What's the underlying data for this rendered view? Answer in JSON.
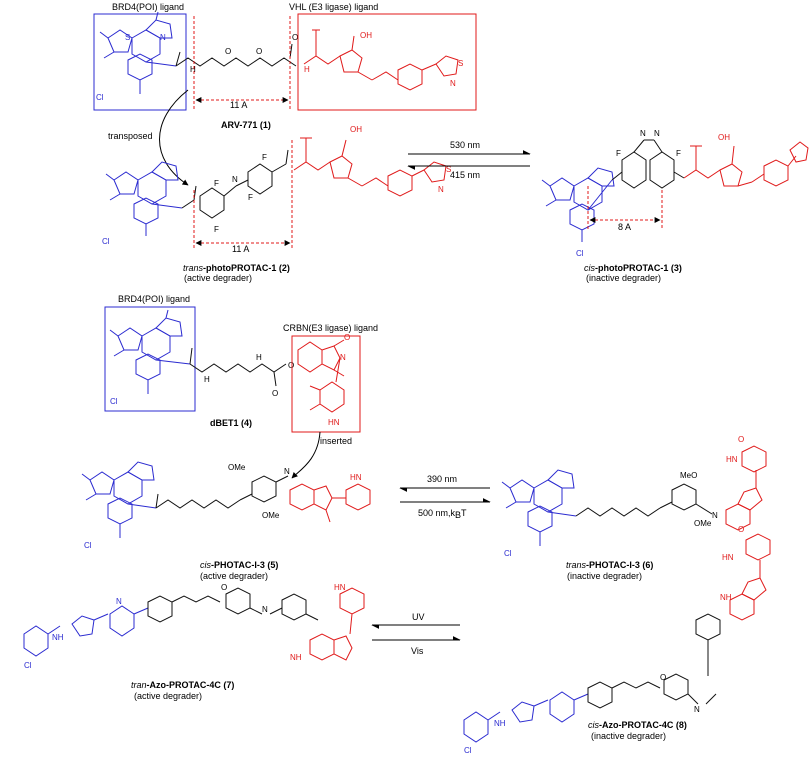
{
  "labels": {
    "brd4_ligand_1": "BRD4(POI) ligand",
    "vhl_ligand": "VHL (E3 ligase) ligand",
    "arv771": "ARV-771 (1)",
    "transposed": "transposed",
    "dist_11a_top": "11 A",
    "dist_11a_mid": "11 A",
    "dist_8a": "8 A",
    "trans_photo_name_italic": "trans",
    "trans_photo_name": "-photoPROTAC-1 (2)",
    "trans_photo_state": "(active degrader)",
    "cis_photo_name_italic": "cis",
    "cis_photo_name": "-photoPROTAC-1 (3)",
    "cis_photo_state": "(inactive degrader)",
    "nm530": "530 nm",
    "nm415": "415 nm",
    "brd4_ligand_2": "BRD4(POI) ligand",
    "crbn_ligand": "CRBN(E3 ligase) ligand",
    "dbet1": "dBET1 (4)",
    "inserted": "inserted",
    "nm390": "390 nm",
    "nm500": "500 nm,k",
    "nm500_sub": "B",
    "nm500_tail": "T",
    "cis_photac_italic": "cis",
    "cis_photac_name": "-PHOTAC-I-3 (5)",
    "cis_photac_state": "(active degrader)",
    "trans_photac_italic": "trans",
    "trans_photac_name": "-PHOTAC-I-3 (6)",
    "trans_photac_state": "(inactive degrader)",
    "uv": "UV",
    "vis": "Vis",
    "tran_azo_italic": "tran",
    "tran_azo_name": "-Azo-PROTAC-4C (7)",
    "tran_azo_state": "(active degrader)",
    "cis_azo_italic": "cis",
    "cis_azo_name": "-Azo-PROTAC-4C (8)",
    "cis_azo_state": "(inactive degrader)"
  },
  "atoms": {
    "oh": "OH",
    "cl": "Cl",
    "n": "N",
    "nh": "NH",
    "hn": "HN",
    "h": "H",
    "o": "O",
    "s": "S",
    "f": "F",
    "ome": "OMe",
    "meo": "MeO"
  },
  "colors": {
    "poi_ligand": "#2b2bd0",
    "e3_ligand": "#e01a1a",
    "linker": "#111111"
  }
}
